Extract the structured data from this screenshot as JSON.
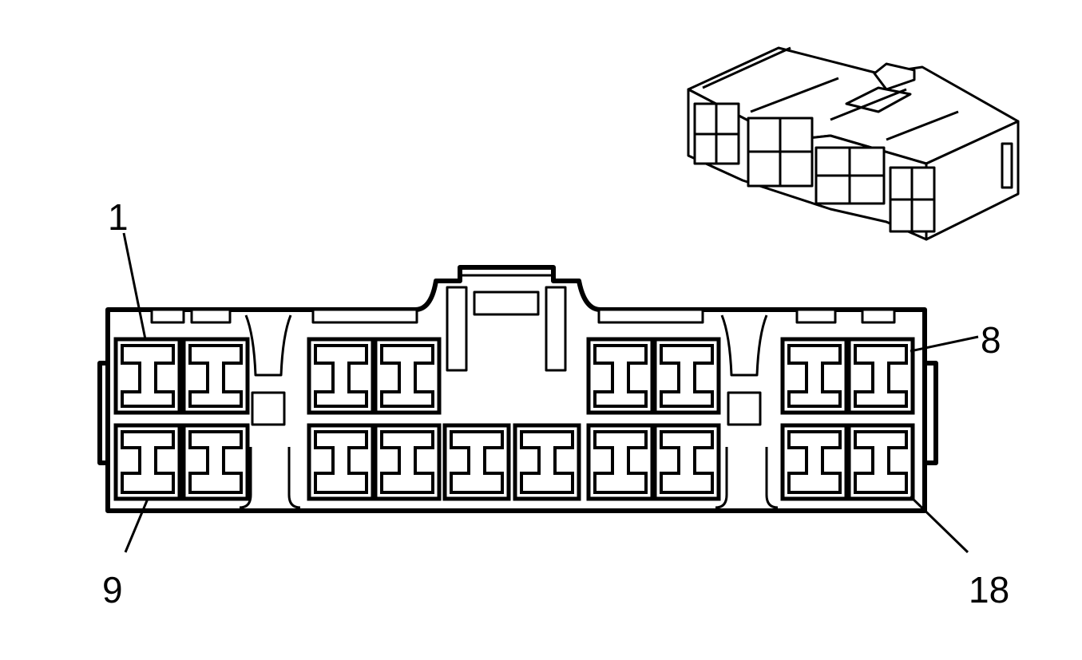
{
  "diagram": {
    "labels": {
      "pin_1": "1",
      "pin_8": "8",
      "pin_9": "9",
      "pin_18": "18"
    },
    "colors": {
      "line": "#000000",
      "background": "#ffffff"
    }
  }
}
